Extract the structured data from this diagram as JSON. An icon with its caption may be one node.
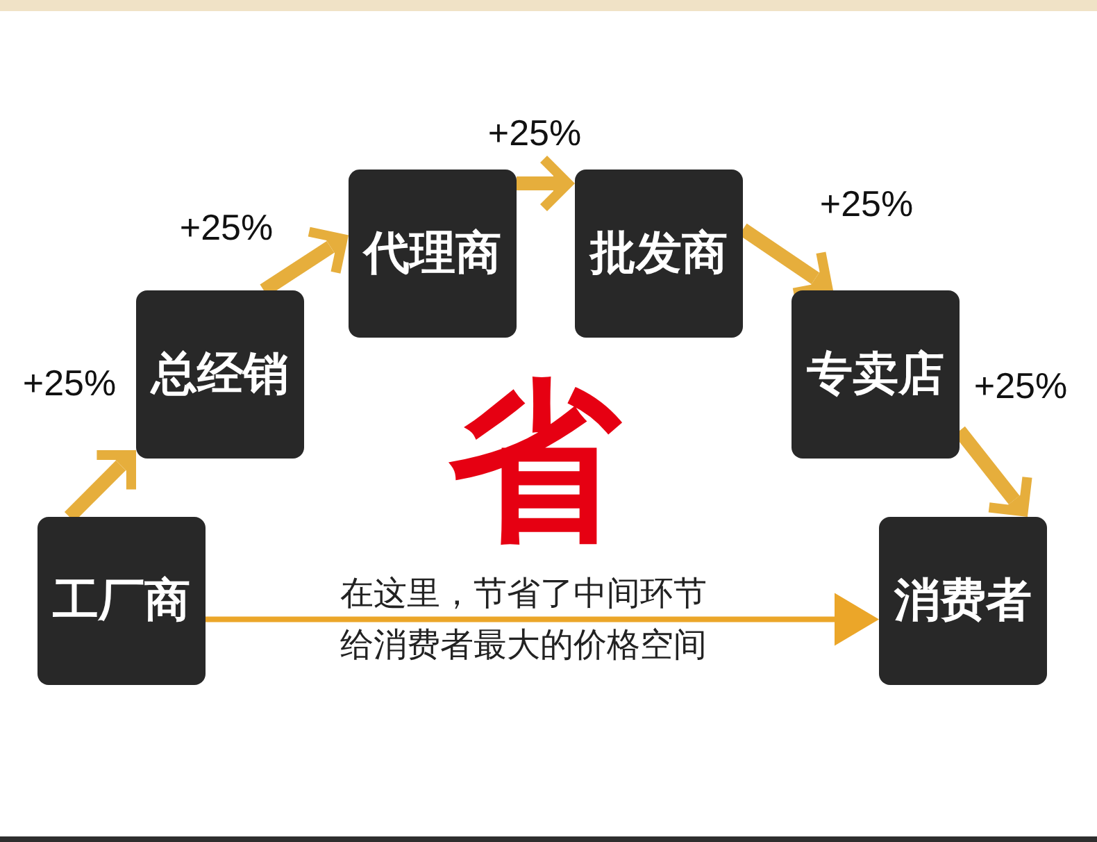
{
  "diagram": {
    "nodes": [
      {
        "text": [
          "工厂商"
        ]
      },
      {
        "text": [
          "总经销"
        ]
      },
      {
        "text": [
          "代理商"
        ]
      },
      {
        "text": [
          "批发商"
        ]
      },
      {
        "text": [
          "专卖店"
        ]
      },
      {
        "text": [
          "消费者"
        ]
      }
    ],
    "edges": [
      {
        "from": 0,
        "to": 1,
        "arrow": "to",
        "label": "+25%"
      },
      {
        "from": 1,
        "to": 2,
        "arrow": "to",
        "label": "+25%"
      },
      {
        "from": 2,
        "to": 3,
        "arrow": "to",
        "label": "+25%"
      },
      {
        "from": 3,
        "to": 4,
        "arrow": "to",
        "label": "+25%"
      },
      {
        "from": 4,
        "to": 5,
        "arrow": "to",
        "label": "+25%"
      },
      {
        "from": 0,
        "to": 5,
        "arrow": "to",
        "color": "#eba629"
      }
    ],
    "labels": [
      "省",
      "在这里，节省了中间环节",
      "给消费者最大的价格空间"
    ]
  }
}
